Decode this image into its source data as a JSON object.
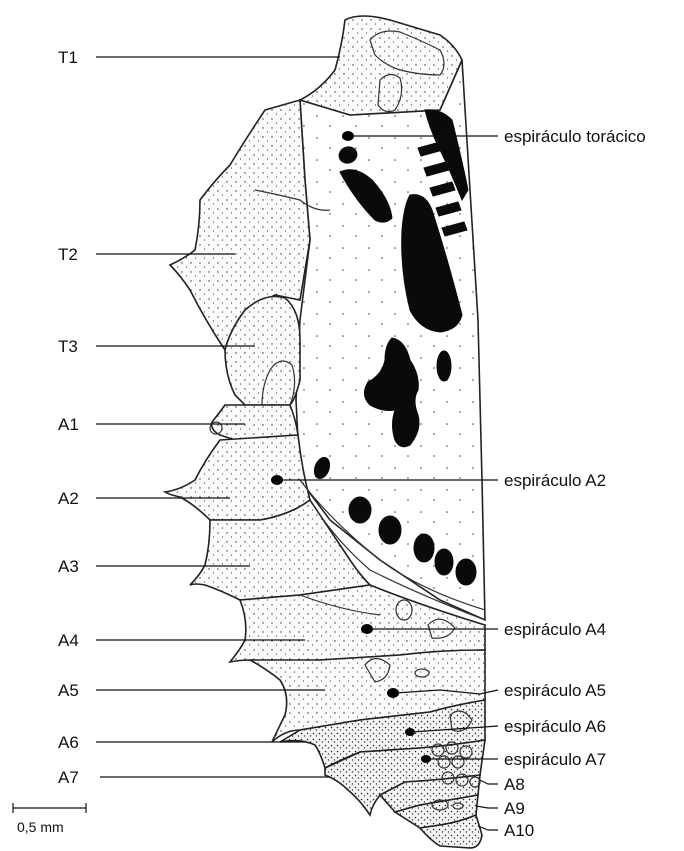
{
  "labels_left": {
    "t1": "T1",
    "t2": "T2",
    "t3": "T3",
    "a1": "A1",
    "a2": "A2",
    "a3": "A3",
    "a4": "A4",
    "a5": "A5",
    "a6": "A6",
    "a7": "A7"
  },
  "labels_right": {
    "spir_thoracic": "espiráculo torácico",
    "spir_a2": "espiráculo A2",
    "spir_a4": "espiráculo A4",
    "spir_a5": "espiráculo A5",
    "spir_a6": "espiráculo A6",
    "spir_a7": "espiráculo A7",
    "a8": "A8",
    "a9": "A9",
    "a10": "A10"
  },
  "scale_bar": {
    "label": "0,5 mm"
  }
}
